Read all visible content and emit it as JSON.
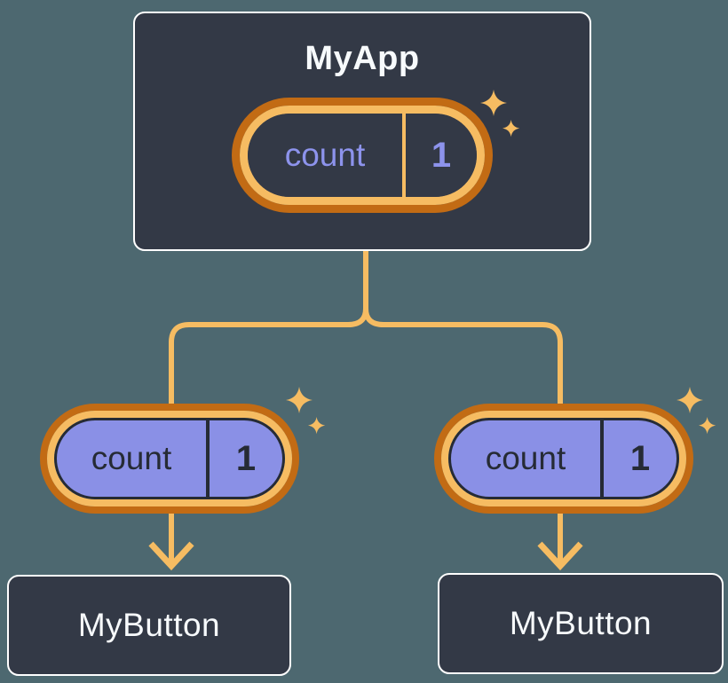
{
  "diagram": {
    "root": {
      "title": "MyApp",
      "state": {
        "name": "count",
        "value": "1"
      }
    },
    "children": [
      {
        "title": "MyButton",
        "prop": {
          "name": "count",
          "value": "1"
        }
      },
      {
        "title": "MyButton",
        "prop": {
          "name": "count",
          "value": "1"
        }
      }
    ]
  },
  "icons": {
    "sparkle": "four-point-star-sparkle",
    "arrow": "arrow-down-chevron"
  },
  "colors": {
    "background": "#4D6870",
    "node_background": "#333946",
    "node_border": "#FFFFFF",
    "node_text": "#F7FAFC",
    "ring_outer_orange": "#C26B14",
    "ring_inner_orange": "#F6BC62",
    "connector_orange": "#F6BC62",
    "state_pill_interior": "#333946",
    "state_text_purple": "#8D93EC",
    "prop_pill_fill": "#8A90E6",
    "prop_text_dark": "#262B35"
  }
}
